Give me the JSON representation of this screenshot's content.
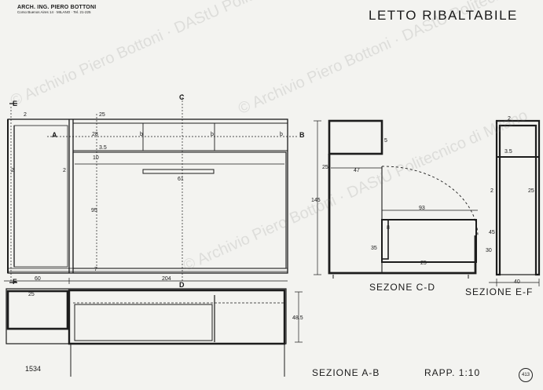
{
  "header": {
    "studio": "ARCH. ING. PIERO BOTTONI",
    "address": "Corso Buenos Aires 14 · MILANO · Tel. 21-225"
  },
  "title": "LETTO RIBALTABILE",
  "markers": {
    "A": "A",
    "B": "B",
    "C": "C",
    "D": "D",
    "E": "E",
    "F": "F",
    "b1": "b",
    "b2": "b",
    "b3": "b"
  },
  "dims": {
    "d2_top": "2",
    "d25_top": "25",
    "d28": "28",
    "d35": "3.5",
    "d10": "10",
    "d2_left": "2",
    "d2_inner": "2",
    "d61": "61",
    "d95_front": "95",
    "d7": "7",
    "d60": "60",
    "d204": "204",
    "d25_plan": "25",
    "d485": "48.5",
    "d145": "145",
    "d5": "5",
    "d25_cd": "25",
    "d47": "47",
    "d93": "93",
    "d8": "8",
    "d45": "45",
    "d30": "30",
    "d35b": "35",
    "d25_cd_bottom": "25",
    "d2_ef_top": "2",
    "d35_ef": "3.5",
    "d2_ef_side": "2",
    "d25_ef": "25",
    "d40": "40"
  },
  "labels": {
    "section_cd": "SEZONE C-D",
    "section_ef": "SEZIONE E-F",
    "section_ab": "SEZIONE A-B",
    "scale": "RAPP. 1:10",
    "number": "1534",
    "plate": "413"
  },
  "watermark": "© Archivio Piero Bottoni · DAStU Politecnico di Milano"
}
